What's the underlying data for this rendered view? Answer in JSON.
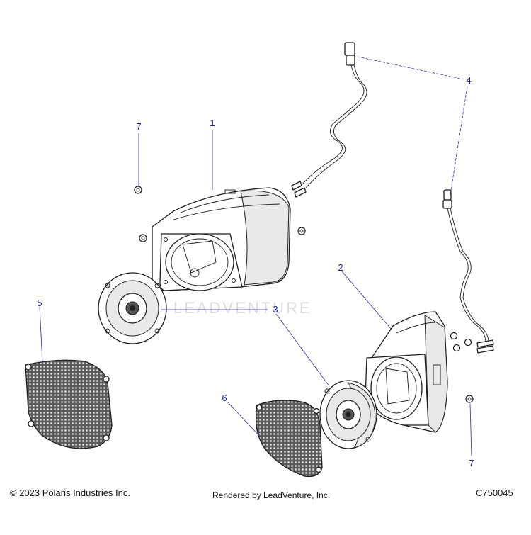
{
  "callouts": [
    {
      "id": "c1",
      "label": "1"
    },
    {
      "id": "c2",
      "label": "2"
    },
    {
      "id": "c3",
      "label": "3"
    },
    {
      "id": "c4",
      "label": "4"
    },
    {
      "id": "c5",
      "label": "5"
    },
    {
      "id": "c6",
      "label": "6"
    },
    {
      "id": "c7a",
      "label": "7"
    },
    {
      "id": "c7b",
      "label": "7"
    }
  ],
  "watermark": "LEADVENTURE",
  "footer": {
    "copyright": "© 2023 Polaris Industries Inc.",
    "rendered_by": "Rendered by LeadVenture, Inc.",
    "diagram_code": "C750045"
  }
}
